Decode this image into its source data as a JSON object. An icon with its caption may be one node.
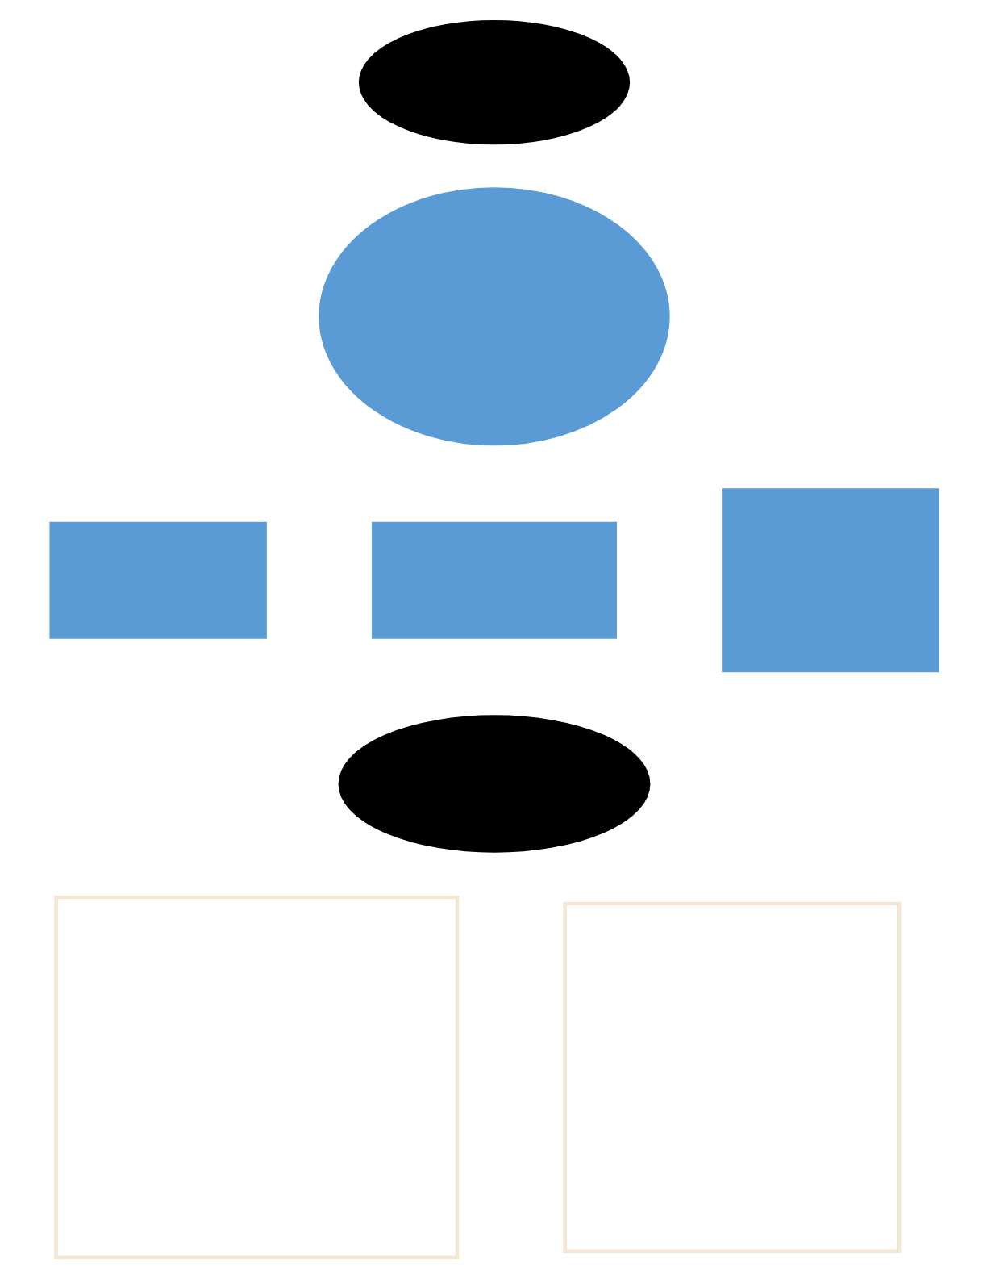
{
  "diagram": {
    "nodes": [
      {
        "text": [],
        "shape": "ellipse"
      },
      {
        "text": [],
        "shape": "ellipse"
      },
      {
        "text": [],
        "shape": "box"
      },
      {
        "text": [],
        "shape": "box"
      },
      {
        "text": [],
        "shape": "box"
      },
      {
        "text": [],
        "shape": "ellipse"
      },
      {
        "text": [],
        "shape": "box"
      },
      {
        "text": [],
        "shape": "box"
      }
    ],
    "edges": []
  }
}
